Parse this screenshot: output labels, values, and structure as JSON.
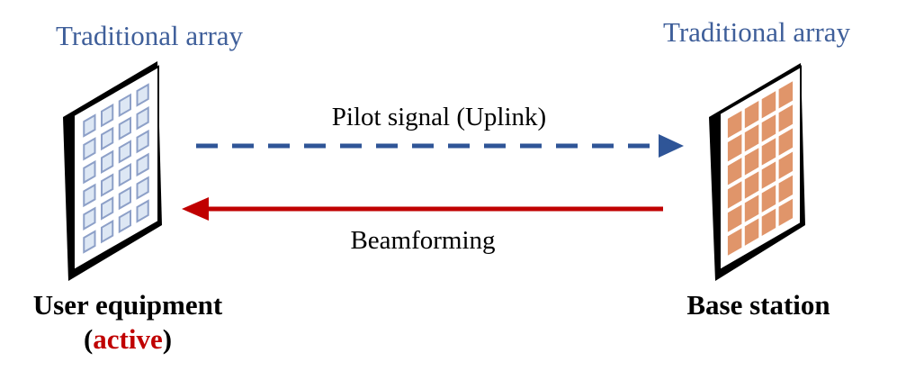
{
  "user": {
    "array_label": "Traditional array",
    "name_line1": "User equipment",
    "name_open_paren": "(",
    "name_state": "active",
    "name_close_paren": ")"
  },
  "base": {
    "array_label": "Traditional array",
    "name": "Base station"
  },
  "links": {
    "uplink_label": "Pilot signal (Uplink)",
    "downlink_label": "Beamforming"
  },
  "colors": {
    "array_label": "#3f5f9a",
    "uplink": "#2f5597",
    "downlink": "#c00000",
    "active": "#c00000",
    "ue_element_fill": "#dde7f4",
    "ue_element_stroke": "#8da0c8",
    "bs_element_fill": "#e0956a",
    "text": "#000000"
  }
}
